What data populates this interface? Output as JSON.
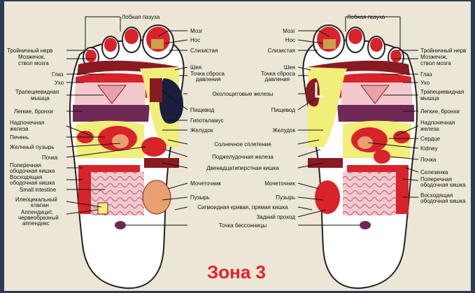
{
  "left_labels": [
    {
      "id": "frontal-sinus",
      "text": "Лобная пазуха"
    },
    {
      "id": "trigeminal",
      "text": "Тройничный нерв"
    },
    {
      "id": "cerebellum1",
      "text": "Мозжечок,"
    },
    {
      "id": "cerebellum2",
      "text": "ствол мозга"
    },
    {
      "id": "eye",
      "text": "Глаз"
    },
    {
      "id": "ear",
      "text": "Ухо"
    },
    {
      "id": "trapezius1",
      "text": "Трапециевидная"
    },
    {
      "id": "trapezius2",
      "text": "мышца"
    },
    {
      "id": "lungs",
      "text": "Легкие, бронхи"
    },
    {
      "id": "adrenal1",
      "text": "Надпочечная"
    },
    {
      "id": "adrenal2",
      "text": "железа"
    },
    {
      "id": "liver",
      "text": "Печень"
    },
    {
      "id": "gallbladder",
      "text": "Желчный пузырь"
    },
    {
      "id": "kidney",
      "text": "Почка"
    },
    {
      "id": "transverse1",
      "text": "Поперечная"
    },
    {
      "id": "transverse2",
      "text": "ободочная кишка"
    },
    {
      "id": "ascending1",
      "text": "Восходящая"
    },
    {
      "id": "ascending2",
      "text": "ободочная кишка"
    },
    {
      "id": "small-intestine",
      "text": "Small intestine"
    },
    {
      "id": "ileocecal1",
      "text": "Илеоцекальный"
    },
    {
      "id": "ileocecal2",
      "text": "клапан"
    },
    {
      "id": "appendix1",
      "text": "Аппендицит,"
    },
    {
      "id": "appendix2",
      "text": "червеобразный"
    },
    {
      "id": "appendix3",
      "text": "аппендикс"
    }
  ],
  "center_left_labels": [
    {
      "id": "brain",
      "text": "Мозг"
    },
    {
      "id": "nose",
      "text": "Нос"
    },
    {
      "id": "mucous",
      "text": "Слизистая"
    },
    {
      "id": "neck",
      "text": "Шея"
    },
    {
      "id": "drain1",
      "text": "Точка сброса"
    },
    {
      "id": "drain2",
      "text": "давления"
    },
    {
      "id": "esophagus",
      "text": "Пищевод"
    },
    {
      "id": "hypothalamus",
      "text": "Гипоталамус"
    },
    {
      "id": "stomach",
      "text": "Желудок"
    },
    {
      "id": "bladder",
      "text": "Мочеточник"
    },
    {
      "id": "gallbladder-c",
      "text": "Пузырь"
    }
  ],
  "center_right_labels": [
    {
      "id": "brain",
      "text": "Мозг"
    },
    {
      "id": "nose",
      "text": "Нос"
    },
    {
      "id": "mucous",
      "text": "Слизистая"
    },
    {
      "id": "neck",
      "text": "Шея"
    },
    {
      "id": "drain1",
      "text": "Точка сброса"
    },
    {
      "id": "drain2",
      "text": "давления"
    },
    {
      "id": "esophagus",
      "text": "Пищевод"
    },
    {
      "id": "stomach",
      "text": "Желудок"
    },
    {
      "id": "bladder",
      "text": "Мочеточник"
    },
    {
      "id": "gallbladder-c",
      "text": "Пузырь"
    },
    {
      "id": "rectum",
      "text": "Задний проход"
    }
  ],
  "center_labels": [
    {
      "id": "thyroid",
      "text": "Околощитовые железы"
    },
    {
      "id": "solar",
      "text": "Солнечное сплетение"
    },
    {
      "id": "pancreas",
      "text": "Поджелудочная железа"
    },
    {
      "id": "duodenum",
      "text": "Двенадцатиперстная кишка"
    },
    {
      "id": "sigmoid",
      "text": "Сигмоидная кривая, прямая кишка"
    },
    {
      "id": "insomnia",
      "text": "Точка бессонницы"
    }
  ],
  "right_labels": [
    {
      "id": "frontal-sinus",
      "text": "Лобная пазуха"
    },
    {
      "id": "trigeminal",
      "text": "Тройничный нерв"
    },
    {
      "id": "cerebellum1",
      "text": "Мозжечок,"
    },
    {
      "id": "cerebellum2",
      "text": "ствол мозга"
    },
    {
      "id": "eye",
      "text": "Глаз"
    },
    {
      "id": "ear",
      "text": "Ухо"
    },
    {
      "id": "trapezius1",
      "text": "Трапециевидная"
    },
    {
      "id": "trapezius2",
      "text": "мышца"
    },
    {
      "id": "lungs",
      "text": "Легкие, бронхи"
    },
    {
      "id": "adrenal1",
      "text": "Надпочечная"
    },
    {
      "id": "adrenal2",
      "text": "железа"
    },
    {
      "id": "heart",
      "text": "Сердце"
    },
    {
      "id": "kidney-en",
      "text": "Kidney"
    },
    {
      "id": "kidney",
      "text": "Почка"
    },
    {
      "id": "spleen",
      "text": "Селезенка"
    },
    {
      "id": "transverse1",
      "text": "Поперечная"
    },
    {
      "id": "transverse2",
      "text": "ободочная кишка"
    },
    {
      "id": "descending1",
      "text": "Восходящая"
    },
    {
      "id": "descending2",
      "text": "ободочная кишка"
    }
  ],
  "zone_label": "Зона 3",
  "colors": {
    "background": "#2c3a55",
    "panel": "#ece6d6",
    "zone_label": "#e8202a",
    "dark_red": "#8a1a22",
    "red": "#d8232b",
    "pink": "#f3c8cf",
    "yellow": "#f1ee7a",
    "purple": "#6e2a55",
    "navy": "#1a1f3f"
  }
}
